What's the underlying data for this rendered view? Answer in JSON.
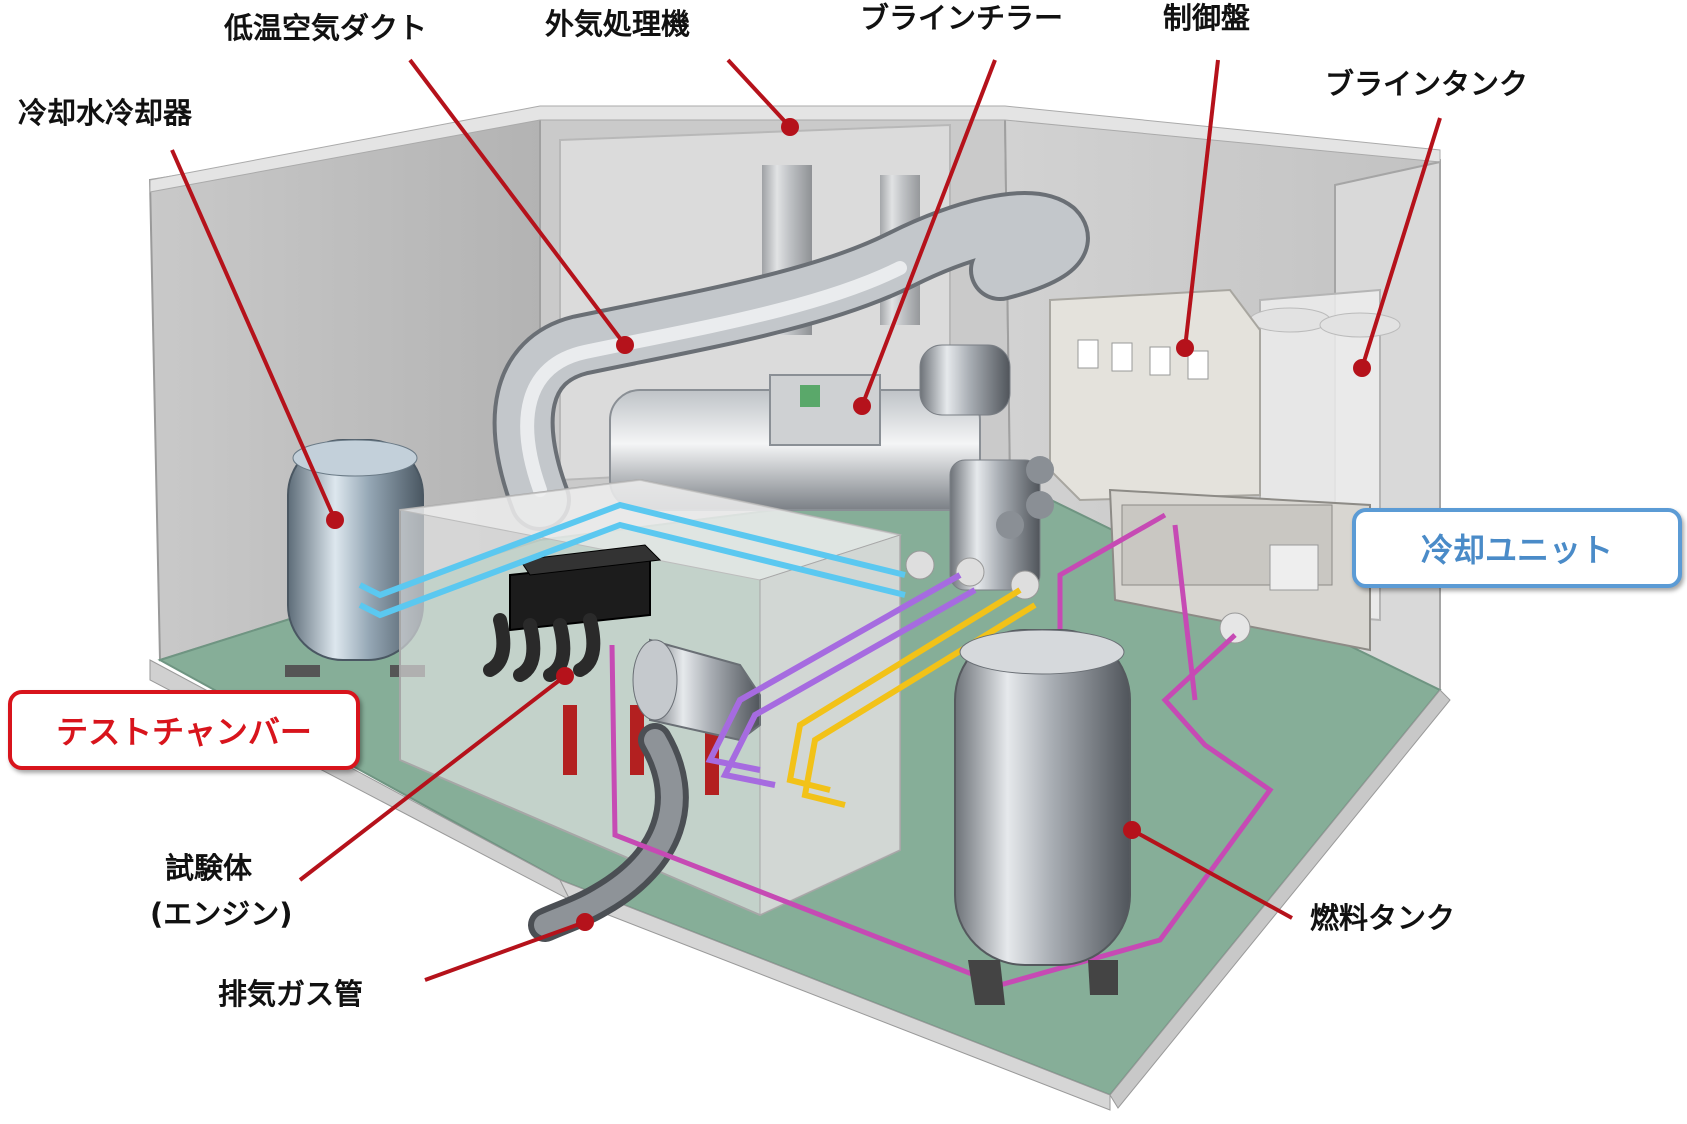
{
  "labels": {
    "cooling_water_cooler": "冷却水冷却器",
    "low_temp_air_duct": "低温空気ダクト",
    "outside_air_unit": "外気処理機",
    "brine_chiller": "ブラインチラー",
    "control_panel": "制御盤",
    "brine_tank": "ブラインタンク",
    "test_body_line1": "試験体",
    "test_body_line2": "(エンジン)",
    "exhaust_pipe": "排気ガス管",
    "fuel_tank": "燃料タンク"
  },
  "boxes": {
    "test_chamber": "テストチャンバー",
    "cooling_unit": "冷却ユニット"
  },
  "colors": {
    "leader": "#b5121b",
    "test_chamber_accent": "#d8141c",
    "cooling_unit_accent": "#5b9bd5",
    "floor": "#86ae98",
    "pipe_blue": "#5bc8f0",
    "pipe_purple": "#a66be0",
    "pipe_yellow": "#f2c218",
    "pipe_magenta": "#c64ab4"
  }
}
